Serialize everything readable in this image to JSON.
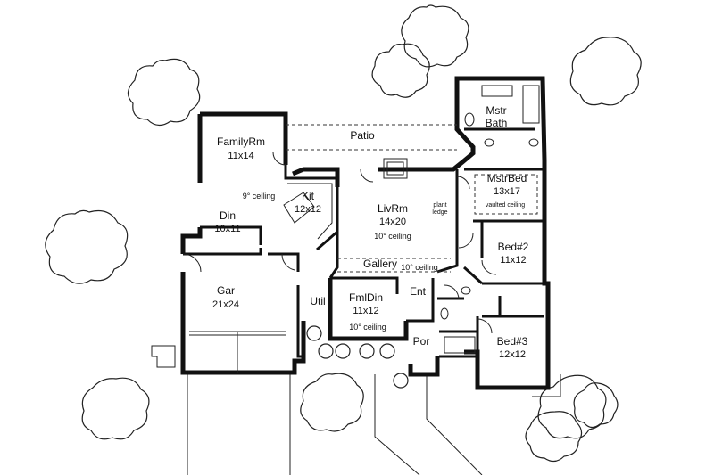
{
  "rooms": {
    "patio": "Patio",
    "familyrm": {
      "name": "FamilyRm",
      "size": "11x14"
    },
    "kit": {
      "name": "Kit",
      "size": "12x12"
    },
    "kit_ceiling": "9° ceiling",
    "din": {
      "name": "Din",
      "size": "10x11"
    },
    "livrm": {
      "name": "LivRm",
      "size": "14x20",
      "ceiling": "10° ceiling"
    },
    "plant_ledge": [
      "plant",
      "ledge"
    ],
    "mstrbath": [
      "Mstr",
      "Bath"
    ],
    "mstrbed": {
      "name": "MstrBed",
      "size": "13x17",
      "ceiling": "vaulted ceiling"
    },
    "bed2": {
      "name": "Bed#2",
      "size": "11x12"
    },
    "bed3": {
      "name": "Bed#3",
      "size": "12x12"
    },
    "gallery": {
      "name": "Gallery",
      "ceiling": "10° ceiling"
    },
    "gar": {
      "name": "Gar",
      "size": "21x24"
    },
    "util": "Util",
    "fmldin": {
      "name": "FmlDin",
      "size": "11x12",
      "ceiling": "10° ceiling"
    },
    "ent": "Ent",
    "por": "Por"
  }
}
